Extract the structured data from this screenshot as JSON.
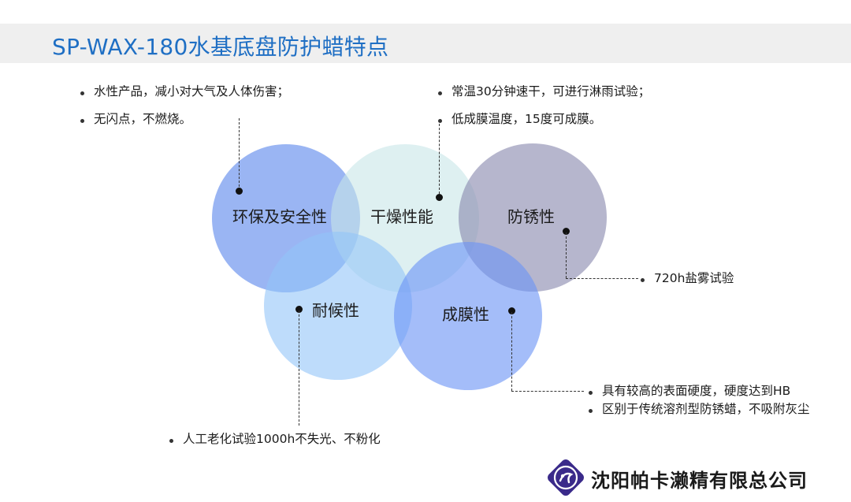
{
  "title": "SP-WAX-180水基底盘防护蜡特点",
  "circles": {
    "safety": "环保及安全性",
    "dry": "干燥性能",
    "rust": "防锈性",
    "weather": "耐候性",
    "film": "成膜性"
  },
  "notes": {
    "safety": [
      "水性产品，减小对大气及人体伤害；",
      "无闪点，不燃烧。"
    ],
    "dry": [
      "常温30分钟速干，可进行淋雨试验；",
      "低成膜温度，15度可成膜。"
    ],
    "rust": [
      "720h盐雾试验"
    ],
    "film": [
      "具有较高的表面硬度，硬度达到HB",
      "区别于传统溶剂型防锈蜡，不吸附灰尘"
    ],
    "weather": [
      "人工老化试验1000h不失光、不粉化"
    ]
  },
  "company": "沈阳帕卡濑精有限总公司",
  "colors": {
    "title": "#1f6fc4",
    "title_bar": "#efefef",
    "circle_safety": "#6a92ee",
    "circle_dry": "#c8e6e8",
    "circle_rust": "#8b8bb0",
    "circle_weather": "#92c4f8",
    "circle_film": "#6c94f6",
    "logo": "#3a2a8a"
  },
  "icons": {
    "logo": "company-logo-icon"
  }
}
